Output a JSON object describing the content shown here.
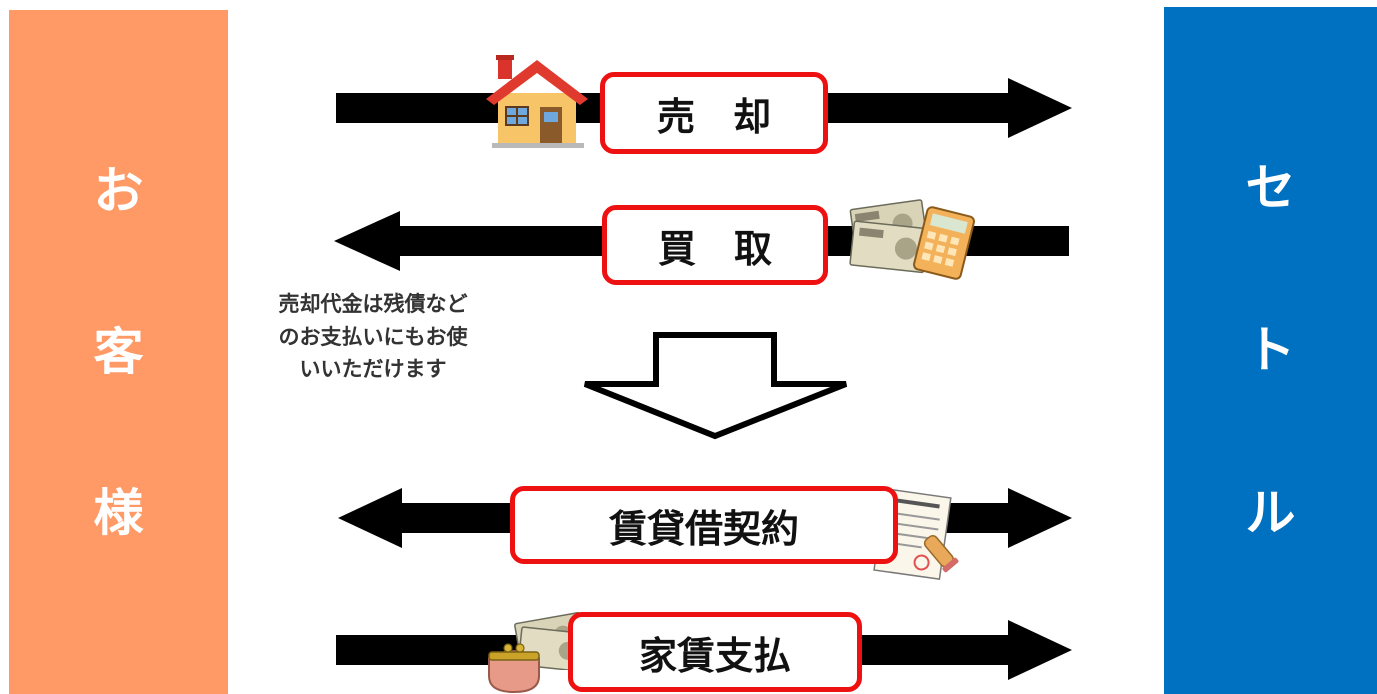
{
  "customer": {
    "chars": [
      "お",
      "客",
      "様"
    ]
  },
  "setoru": {
    "chars": [
      "セ",
      "ト",
      "ル"
    ]
  },
  "flows": {
    "sale": {
      "label": "売　却",
      "direction": "right"
    },
    "purchase": {
      "label": "買　取",
      "direction": "left"
    },
    "lease": {
      "label": "賃貸借契約",
      "direction": "both"
    },
    "rent": {
      "label": "家賃支払",
      "direction": "right"
    }
  },
  "note": {
    "lines": [
      "売却代金は残債など",
      "のお支払いにもお使",
      "いいただけます"
    ]
  },
  "colors": {
    "customer": "#FF9966",
    "setoru": "#0070C0",
    "box_border": "#EE1111",
    "arrow": "#000000"
  },
  "icons": [
    "house-icon",
    "banknotes-icon",
    "calculator-icon",
    "contract-document-icon",
    "seal-stamp-icon",
    "coin-purse-icon"
  ]
}
